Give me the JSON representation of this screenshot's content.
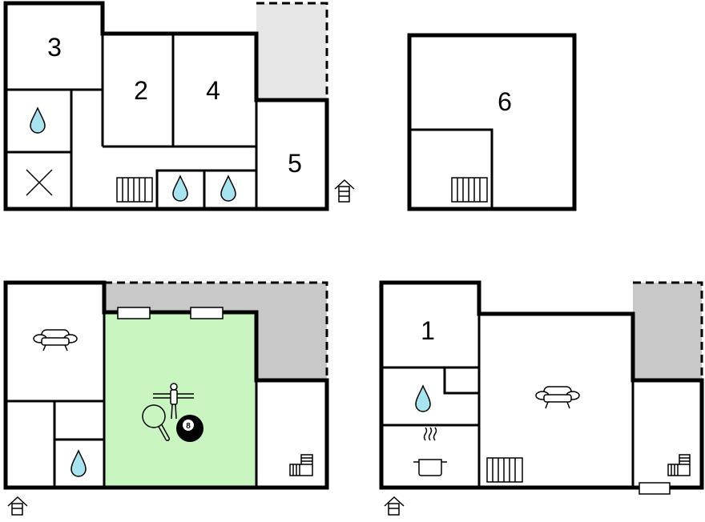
{
  "colors": {
    "wall": "#000000",
    "background": "#ffffff",
    "outdoor_light": "#e6e6e6",
    "outdoor_dark": "#c8c8c8",
    "game_room": "#c9f5c0",
    "water_drop": "#a8e4f0",
    "window": "#ffffff"
  },
  "room_labels": {
    "r1": "1",
    "r2": "2",
    "r3": "3",
    "r4": "4",
    "r5": "5",
    "r6": "6",
    "pool_ball": "8"
  },
  "icons": [
    "water-drop-icon",
    "toilet-x-icon",
    "radiator-icon",
    "sofa-icon",
    "foosball-icon",
    "ping-pong-paddle-icon",
    "billiard-ball-icon",
    "stairs-icon",
    "entrance-icon",
    "cooking-pot-icon"
  ]
}
